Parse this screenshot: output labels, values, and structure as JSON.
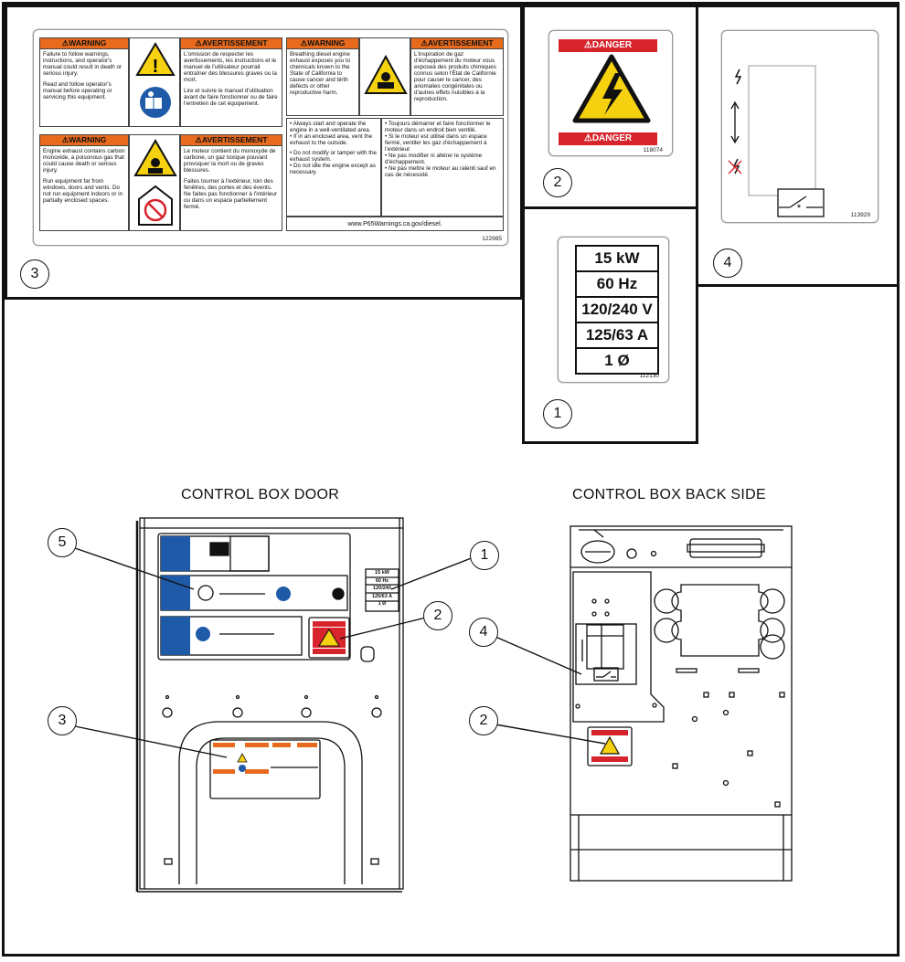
{
  "callouts": {
    "c1": "1",
    "c2": "2",
    "c3": "3",
    "c4": "4",
    "c5": "5"
  },
  "decal_rating": {
    "rows": [
      "15 kW",
      "60 Hz",
      "120/240 V",
      "125/63 A",
      "1 Ø"
    ],
    "part_number": "112130"
  },
  "decal_danger": {
    "header": "DANGER",
    "footer": "DANGER",
    "part_number": "118074"
  },
  "decal_switch": {
    "part_number": "113929"
  },
  "decal_warning": {
    "part_number": "122985",
    "warning_label": "WARNING",
    "avertissement_label": "AVERTISSEMENT",
    "tl_en_1": "Failure to follow warnings, instructions, and operator's manual could result in death or serious injury.",
    "tl_en_2": "Read and follow operator's manual before operating or servicing this equipment.",
    "tl_fr_1": "L'omission de respecter les avertissements, les instructions et le manuel de l'utilisateur pourrait entraîner des blessures graves ou la mort.",
    "tl_fr_2": "Lire et suivre le manuel d'utilisation avant de faire fonctionner ou de faire l'entretien de cet équipement.",
    "bl_en_1": "Engine exhaust contains carbon monoxide, a poisonous gas that could cause death or serious injury.",
    "bl_en_2": "Run equipment far from windows, doors and vents. Do not run equipment indoors or in partially enclosed spaces.",
    "bl_fr_1": "Le moteur contient du monoxyde de carbone, un gaz toxique pouvant provoquer la mort ou de graves blessures.",
    "bl_fr_2": "Faites tourner à l'extérieur, loin des fenêtres, des portes et des évents. Ne faites pas fonctionner à l'intérieur ou dans un espace partiellement fermé.",
    "r_en": "Breathing diesel engine exhaust exposes you to chemicals known to the State of California to cause cancer and birth defects or other reproductive harm.",
    "r_fr": "L'inspiration de gaz d'échappement du moteur vous exposeá des produits chimiques connus selon l'État de Californie pour causer le cancer, des anomalies congénitales ou d'autres effets nuisibles à la reproduction.",
    "r_list_en": [
      "• Always start and operate the engine in a well-ventilated area.",
      "• If in an enclosed area, vent the exhaust to the outside.",
      "• Do not modify or tamper with the exhaust system.",
      "• Do not idle the engine except as necessary."
    ],
    "r_list_fr": [
      "• Toujours démarrer et faire fonctionner le moteur dans un endroit bien ventilé.",
      "• Si le moteur est utilisé dans un espace fermé, ventiler les gaz d'échappement à l'extérieur.",
      "• Ne pas modifier ni altérer le système d'échappement.",
      "• Ne pas mettre le moteur au ralenti sauf en cas de nécessité."
    ],
    "url": "www.P65Warnings.ca.gov/diesel."
  },
  "captions": {
    "door": "CONTROL BOX DOOR",
    "back": "CONTROL BOX BACK SIDE"
  },
  "mini_rating": [
    "15 kW",
    "60 Hz",
    "120/240",
    "125/63 A",
    "1 Ø"
  ],
  "colors": {
    "warning_orange": "#e86a1c",
    "danger_red": "#d7232b",
    "hazard_yellow": "#f5d10f",
    "mandatory_blue": "#1f5aa8"
  }
}
